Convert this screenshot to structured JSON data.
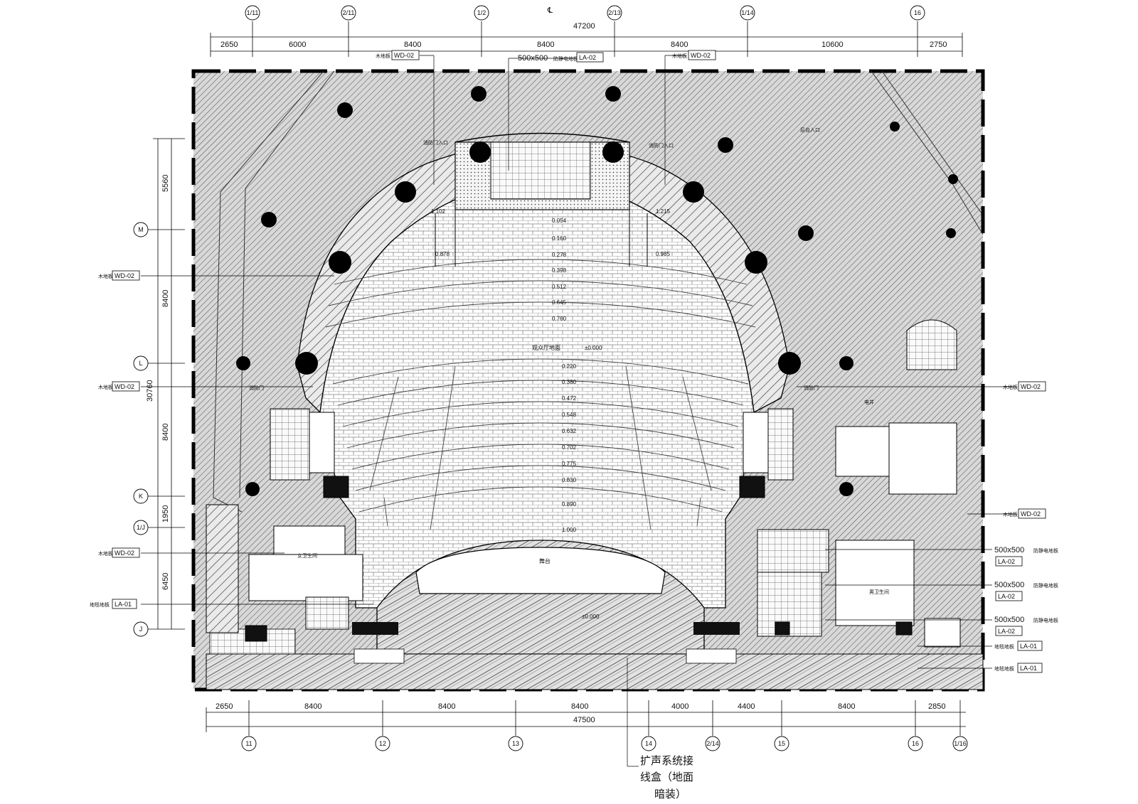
{
  "centerline_symbol": "℄",
  "top_dimensions": {
    "total": "47200",
    "segments": [
      "2650",
      "6000",
      "8400",
      "8400",
      "8400",
      "10600",
      "2750"
    ],
    "axes": [
      "1/11",
      "2/11",
      "1/2",
      "2/13",
      "1/14",
      "16"
    ]
  },
  "bottom_dimensions": {
    "total": "47500",
    "segments": [
      "2650",
      "8400",
      "8400",
      "8400",
      "4000",
      "4400",
      "8400",
      "2850"
    ],
    "axes": [
      "11",
      "12",
      "13",
      "14",
      "2/14",
      "15",
      "16",
      "1/16"
    ]
  },
  "left_dimensions": {
    "total": "30760",
    "segments": [
      "5560",
      "8400",
      "8400",
      "1950",
      "6450"
    ],
    "axes": [
      "M",
      "L",
      "K",
      "1/J",
      "J"
    ]
  },
  "material_tags": {
    "wd02": "WD-02",
    "la01": "LA-01",
    "la02": "LA-02",
    "wood_floor": "木地板",
    "tile_500": "500x500",
    "tile_500_x": "500x500",
    "antistatic": "防静电地板",
    "stone": "地毯地板"
  },
  "stage_label": "舞台",
  "floor_elevation_center": "±0.000",
  "seat_elevations": [
    "0.054",
    "0.160",
    "0.278",
    "0.398",
    "0.512",
    "0.645",
    "0.760",
    "0.878",
    "0.985",
    "1.102",
    "1.215"
  ],
  "lower_elevations": [
    "0.220",
    "0.380",
    "0.472",
    "0.548",
    "0.632",
    "0.702",
    "0.775",
    "0.830",
    "0.890",
    "1.000"
  ],
  "room_labels": {
    "seating_hall": "观众厅地面",
    "left_entry": "消防门",
    "right_entry": "消防门",
    "left_exit": "消防门入口",
    "right_exit": "消防门入口",
    "electric_room": "电井",
    "female_wc": "女卫生间",
    "male_wc": "男卫生间",
    "top_right": "后台入口"
  },
  "note": [
    "扩声系统接",
    "线盒（地面",
    "暗装）"
  ]
}
